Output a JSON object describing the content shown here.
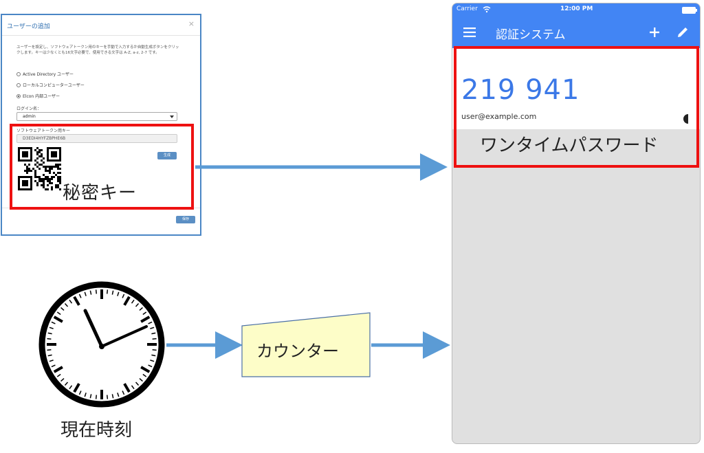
{
  "dialog": {
    "title": "ユーザーの追加",
    "close": "×",
    "description": "ユーザーを設定し、ソフトウェアトークン用のキーを手動で入力するか自動生成ボタンをクリックします。キーは少なくとも16文字必要で、使用できる文字は A-Z, a-z, 2-7 です。",
    "radio_options": [
      {
        "label": "Active Directory ユーザー",
        "selected": false
      },
      {
        "label": "ローカルコンピューターユーザー",
        "selected": false
      },
      {
        "label": "Elcon 内部ユーザー",
        "selected": true
      }
    ],
    "login_label": "ログイン名：",
    "login_value": "admin",
    "token_label": "ソフトウェアトークン用キー",
    "token_value": "D3EDI4HYFZBPHE6B",
    "generate_button": "生成",
    "save_button": "保存"
  },
  "secret_key_label": "秘密キー",
  "phone": {
    "carrier": "Carrier",
    "time": "12:00 PM",
    "app_title": "認証システム",
    "otp": "219 941",
    "account": "user@example.com",
    "otp_label": "ワンタイムパスワード"
  },
  "counter_label": "カウンター",
  "clock_label": "現在時刻",
  "colors": {
    "arrow": "#5b9bd5",
    "highlight": "#ee1111",
    "app_blue": "#4285f4",
    "counter_fill": "#fdfdc8"
  }
}
